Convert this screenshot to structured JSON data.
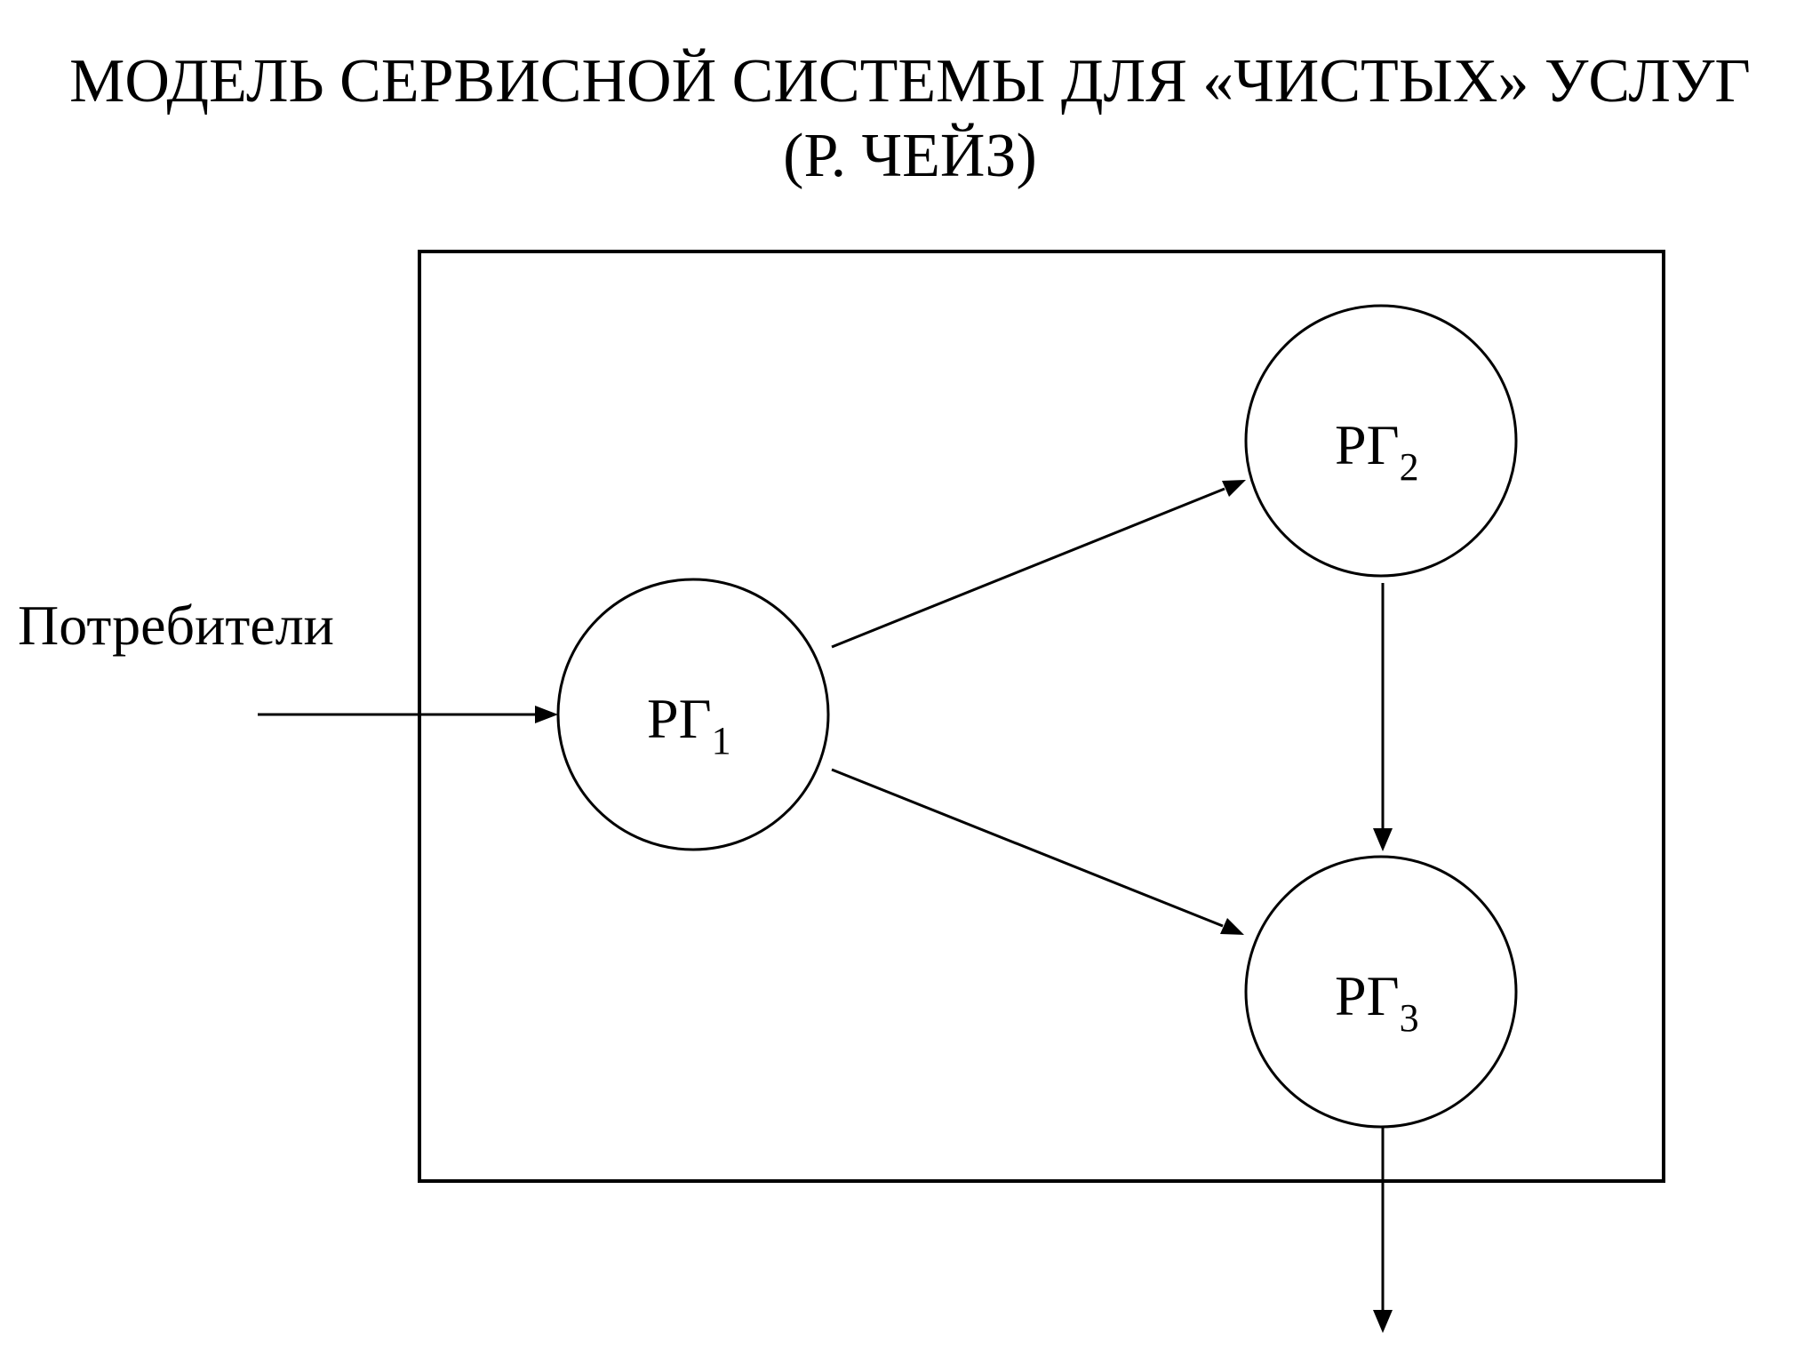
{
  "title": {
    "line1": "МОДЕЛЬ СЕРВИСНОЙ СИСТЕМЫ ДЛЯ «ЧИСТЫХ» УСЛУГ",
    "line2": "(Р. ЧЕЙЗ)"
  },
  "input_label": "Потребители",
  "nodes": [
    {
      "id": "rg1",
      "label": "РГ",
      "subscript": "1"
    },
    {
      "id": "rg2",
      "label": "РГ",
      "subscript": "2"
    },
    {
      "id": "rg3",
      "label": "РГ",
      "subscript": "3"
    }
  ],
  "edges": [
    {
      "from": "input",
      "to": "rg1"
    },
    {
      "from": "rg1",
      "to": "rg2"
    },
    {
      "from": "rg1",
      "to": "rg3"
    },
    {
      "from": "rg2",
      "to": "rg3"
    },
    {
      "from": "rg3",
      "to": "output"
    }
  ],
  "colors": {
    "line": "#000000",
    "background": "#ffffff"
  }
}
